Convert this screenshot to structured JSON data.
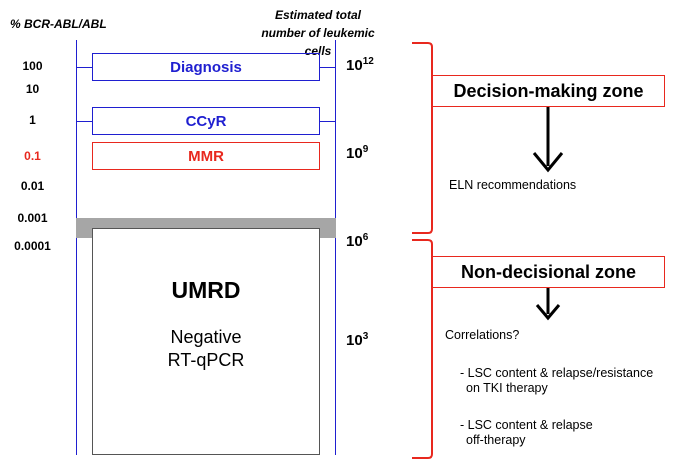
{
  "headers": {
    "left": "% BCR-ABL/ABL",
    "right": "Estimated total number of leukemic cells"
  },
  "left_scale": [
    "100",
    "10",
    "1",
    "0.1",
    "0.01",
    "0.001",
    "0.0001"
  ],
  "right_scale": [
    {
      "base": "10",
      "exp": "12"
    },
    {
      "base": "10",
      "exp": "9"
    },
    {
      "base": "10",
      "exp": "6"
    },
    {
      "base": "10",
      "exp": "3"
    }
  ],
  "boxes": {
    "diagnosis": "Diagnosis",
    "ccyr": "CCyR",
    "mmr": "MMR",
    "umrd_title": "UMRD",
    "umrd_sub_1": "Negative",
    "umrd_sub_2": "RT-qPCR"
  },
  "zones": {
    "decision": "Decision-making zone",
    "non_decision": "Non-decisional zone"
  },
  "notes": {
    "eln": "ELN recommendations",
    "correlations": "Correlations?",
    "lsc1_line1": "- LSC content & relapse/resistance",
    "lsc1_line2": "on TKI therapy",
    "lsc2_line1": "- LSC content & relapse",
    "lsc2_line2": "off-therapy"
  },
  "colors": {
    "blue": "#1f1fd0",
    "red": "#e8281e",
    "gray_band": "#a6a6a6"
  }
}
